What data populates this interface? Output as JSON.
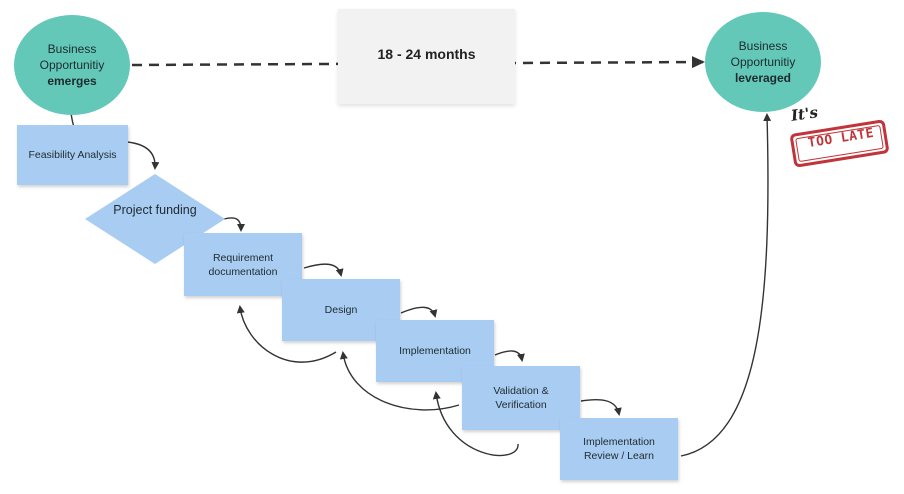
{
  "start_node": {
    "line1": "Business",
    "line2": "Opportunitiy",
    "line3": "emerges"
  },
  "end_node": {
    "line1": "Business",
    "line2": "Opportunitiy",
    "line3": "leveraged"
  },
  "duration_label": "18 - 24 months",
  "steps": {
    "feasibility": "Feasibility Analysis",
    "project_funding": "Project funding",
    "requirement_documentation": "Requirement documentation",
    "design": "Design",
    "implementation": "Implementation",
    "validation": "Validation & Verification",
    "review": "Implementation Review / Learn"
  },
  "stamp": {
    "prefix": "It's",
    "text": "TOO LATE"
  },
  "colors": {
    "circle_fill": "#63c8b8",
    "note_fill": "#a9ccf2",
    "stamp_red": "#c0343a",
    "arrow": "#333333"
  }
}
